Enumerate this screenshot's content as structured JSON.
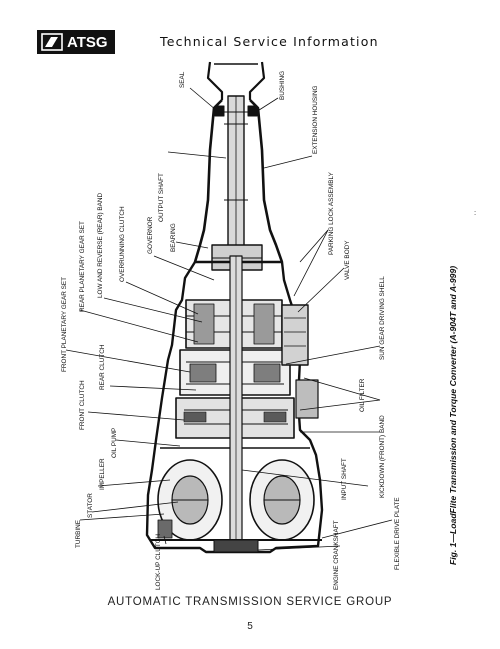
{
  "header": {
    "logo_text": "ATSG",
    "title": "Technical Service Information"
  },
  "figure": {
    "caption": "Fig. 1—LoadFlite Transmission and Torque Converter (A-904T and A-999)",
    "margin_marks": "' '",
    "labels": {
      "seal": "SEAL",
      "bushing": "BUSHING",
      "extension_housing": "EXTENSION HOUSING",
      "output_shaft": "OUTPUT SHAFT",
      "parking_lock_assembly": "PARKING LOCK ASSEMBLY",
      "bearing": "BEARING",
      "governor": "GOVERNOR",
      "valve_body": "VALVE BODY",
      "overrunning_clutch": "OVERRUNNING CLUTCH",
      "low_reverse_band": "LOW AND REVERSE (REAR) BAND",
      "rear_planetary": "REAR PLANETARY GEAR SET",
      "front_planetary": "FRONT PLANETARY GEAR SET",
      "sun_gear_shell": "SUN GEAR DRIVING SHELL",
      "rear_clutch": "REAR CLUTCH",
      "front_clutch": "FRONT CLUTCH",
      "oil_filter": "OIL FILTER",
      "oil_pump": "OIL PUMP",
      "kickdown_band": "KICKDOWN (FRONT) BAND",
      "impeller": "IMPELLER",
      "stator": "STATOR",
      "turbine": "TURBINE",
      "input_shaft": "INPUT SHAFT",
      "flexible_drive_plate": "FLEXIBLE DRIVE PLATE",
      "lockup_clutch": "LOCK-UP CLUTCH",
      "engine_crankshaft": "ENGINE CRANKSHAFT"
    }
  },
  "footer": {
    "group": "AUTOMATIC TRANSMISSION SERVICE GROUP",
    "page_number": "5"
  }
}
